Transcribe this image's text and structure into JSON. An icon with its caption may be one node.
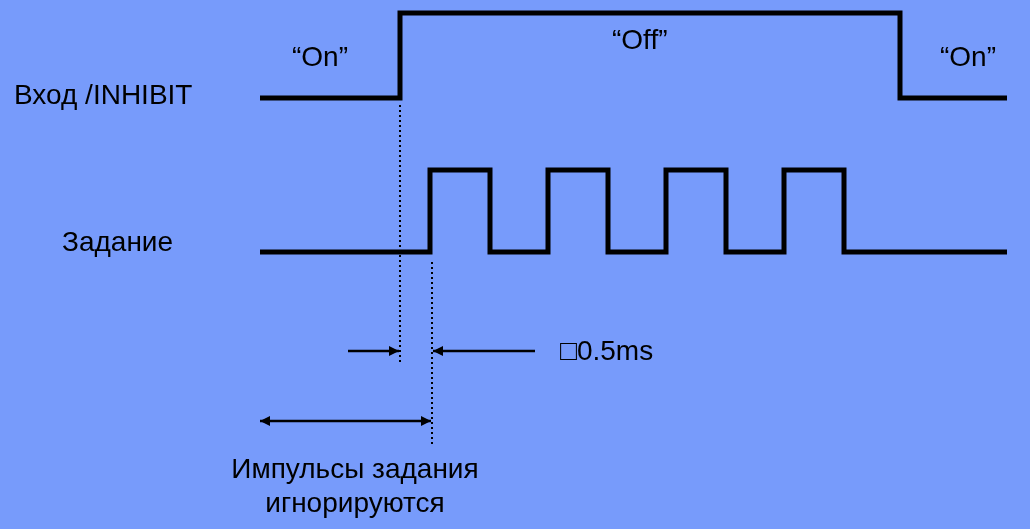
{
  "diagram": {
    "labels": [
      "“On”",
      "“Off”",
      "“On”",
      "Вход /INHIBIT",
      "Задание",
      "□0.5ms",
      "Импульсы задания игнорируются"
    ]
  }
}
